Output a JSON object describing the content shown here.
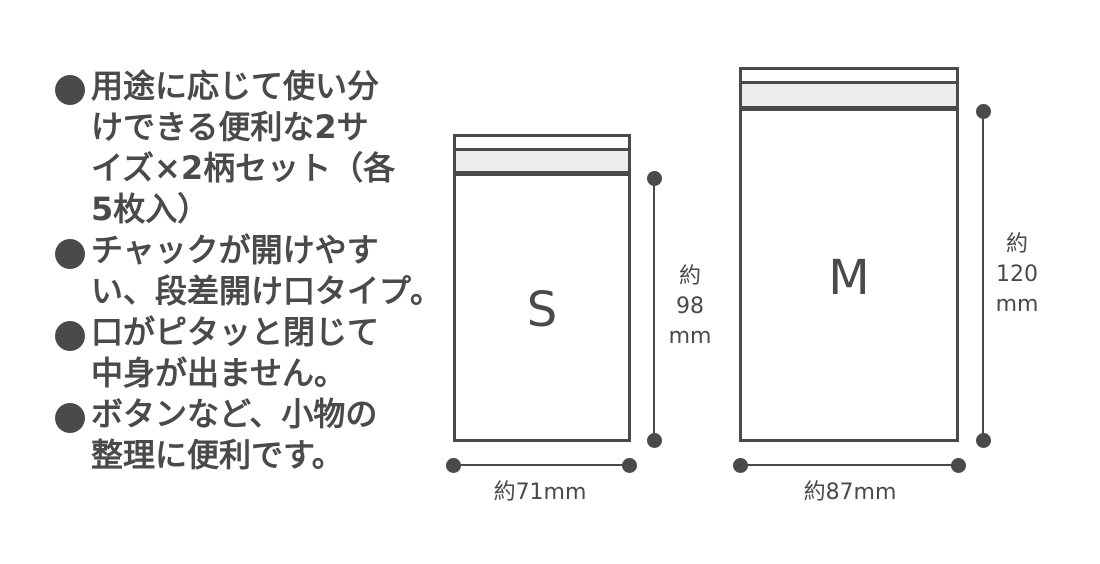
{
  "features": [
    {
      "text": "用途に応じて使い分\nけできる便利な2サ\nイズ×2柄セット（各\n5枚入）"
    },
    {
      "text": "チャックが開けやす\nい、段差開け口タイプ。"
    },
    {
      "text": "口がピタッと閉じて\n中身が出ません。"
    },
    {
      "text": "ボタンなど、小物の\n整理に便利です。"
    }
  ],
  "bags": {
    "small": {
      "label": "S",
      "height_label": "約\n98\nmm",
      "width_label": "約71mm"
    },
    "medium": {
      "label": "M",
      "height_label": "約\n120\nmm",
      "width_label": "約87mm"
    }
  },
  "colors": {
    "ink": "#4a4a4a",
    "zipper_fill": "#ececec",
    "background": "#ffffff"
  }
}
